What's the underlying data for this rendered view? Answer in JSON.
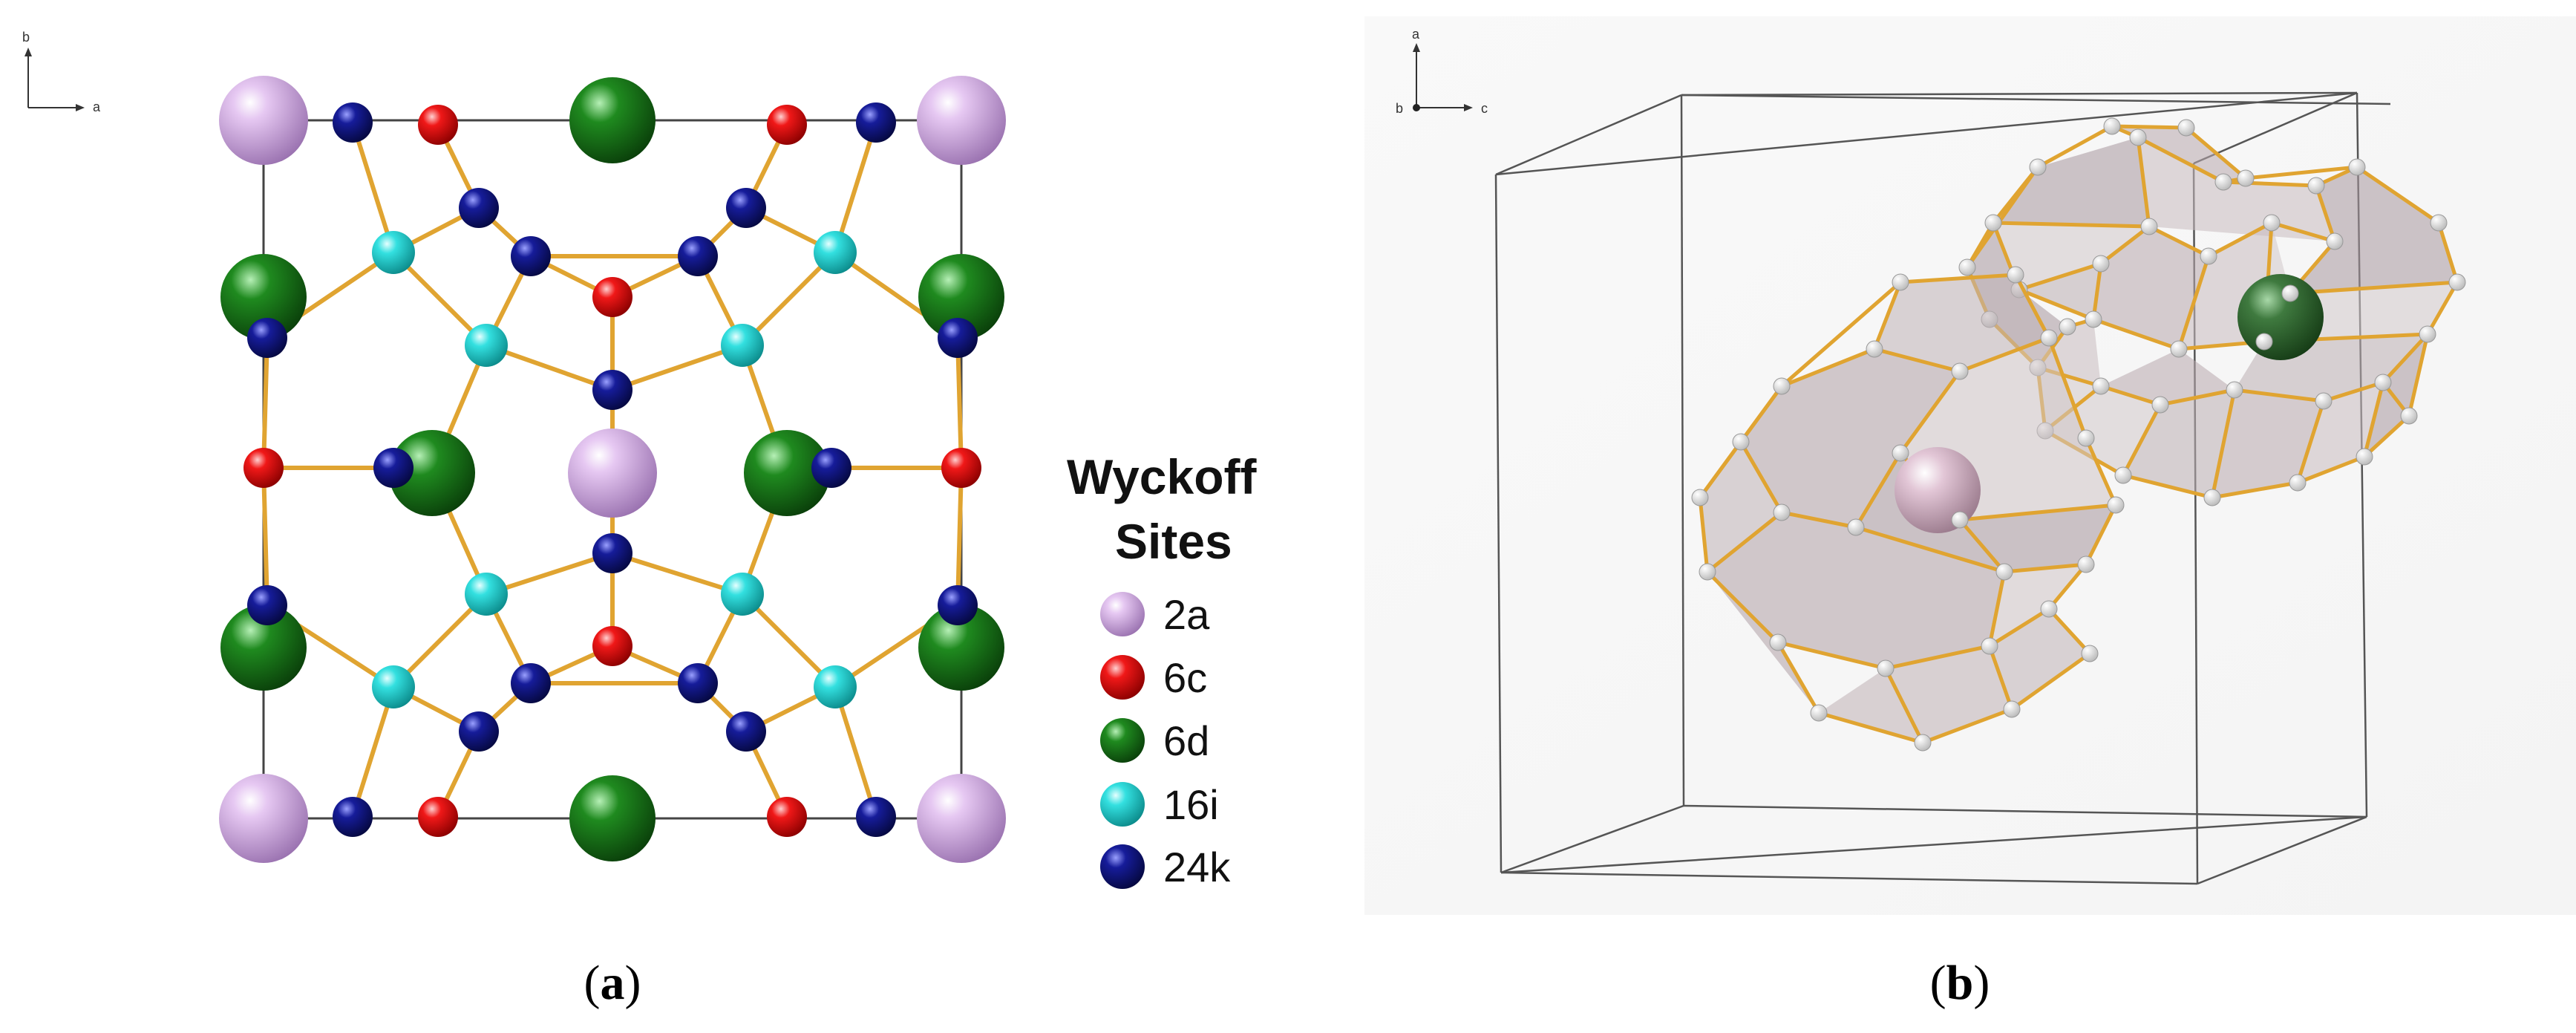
{
  "panel_a": {
    "axis_labels": {
      "vertical": "b",
      "horizontal": "a"
    },
    "legend": {
      "title_line1": "Wyckoff",
      "title_line2": "Sites",
      "items": [
        {
          "label": "2a",
          "color": "#d2a6e6"
        },
        {
          "label": "6c",
          "color": "#ee1c1c"
        },
        {
          "label": "6d",
          "color": "#1d7e1d"
        },
        {
          "label": "16i",
          "color": "#33dede"
        },
        {
          "label": "24k",
          "color": "#101687"
        }
      ]
    },
    "caption": {
      "open": "(",
      "letter": "a",
      "close": ")"
    }
  },
  "panel_b": {
    "axis_labels": {
      "vertical": "a",
      "origin": "b",
      "horizontal": "c"
    },
    "caption": {
      "open": "(",
      "letter": "b",
      "close": ")"
    }
  },
  "colors": {
    "bond": "#e0a431",
    "cell_line": "#555555",
    "cage_node": "#f2f2f2",
    "cage_face": "#b9a9ae"
  }
}
